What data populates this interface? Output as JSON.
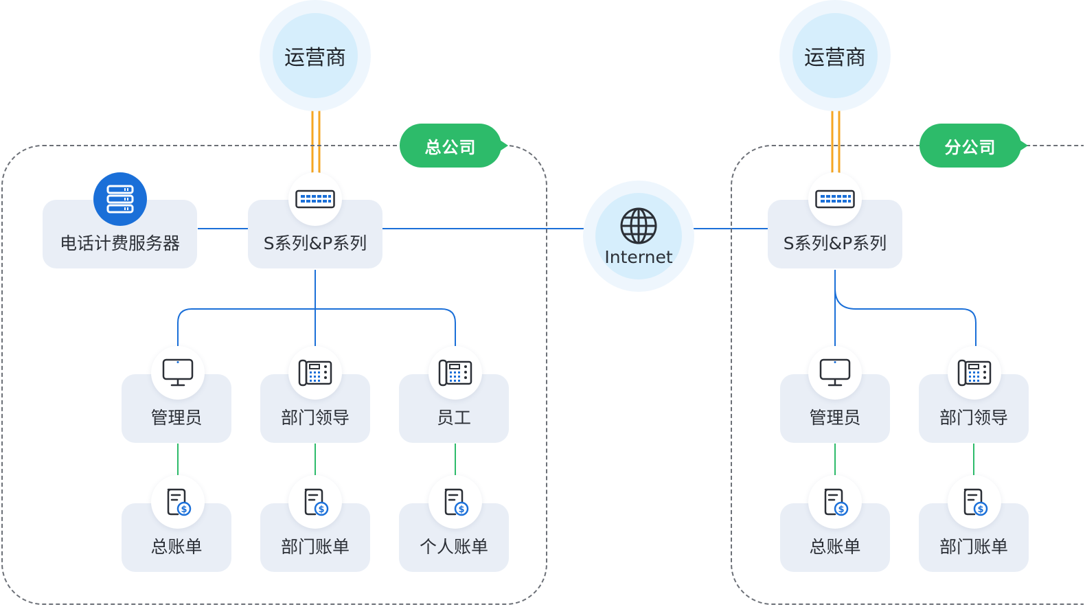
{
  "hq": {
    "tag": "总公司",
    "carrier": "运营商",
    "billing_server": "电话计费服务器",
    "switch": "S系列&P系列",
    "roles": [
      "管理员",
      "部门领导",
      "员工"
    ],
    "bills": [
      "总账单",
      "部门账单",
      "个人账单"
    ]
  },
  "internet": {
    "label": "Internet"
  },
  "branch": {
    "tag": "分公司",
    "carrier": "运营商",
    "switch": "S系列&P系列",
    "roles": [
      "管理员",
      "部门领导"
    ],
    "bills": [
      "总账单",
      "部门账单"
    ]
  },
  "colors": {
    "accent_green": "#2dbb6a",
    "link_blue": "#1a6fd8",
    "trunk_orange": "#f5a623",
    "card_bg": "#e9eef6"
  }
}
